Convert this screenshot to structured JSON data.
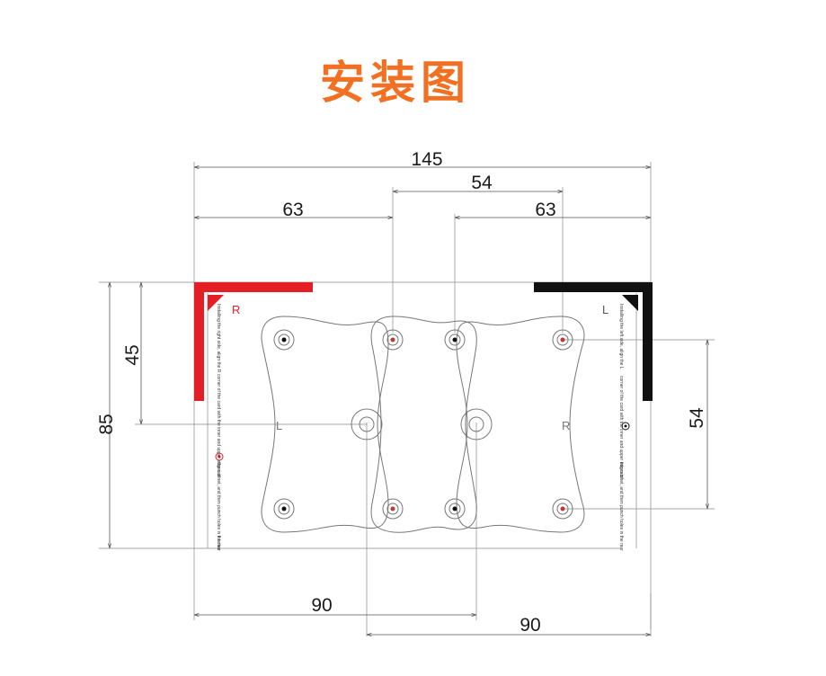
{
  "title": "安装图",
  "dimensions": {
    "top_overall": "145",
    "top_center": "54",
    "top_left": "63",
    "top_right": "63",
    "left_outer": "85",
    "left_inner": "45",
    "right_side": "54",
    "bottom_left": "90",
    "bottom_right": "90"
  },
  "labels": {
    "corner_left": "R",
    "corner_right": "L",
    "plate_left": "L",
    "plate_right": "R"
  },
  "notes": {
    "left_1": "Installing the right side, align the R",
    "left_2": "corner of the card with the inner and upper edges of",
    "left_3": "the cabinet, and then punch holes in the mar",
    "left_4": "k holes",
    "right_1": "Installing the left side, align the L",
    "right_2": "corner of the card with the inner and upper edges of",
    "right_3": "the cabinet, and then punch holes in the mar"
  },
  "colors": {
    "title": "#f36f21",
    "left_bracket": "#e31e24",
    "right_bracket": "#111111",
    "hole_dot": "#c0392b"
  }
}
